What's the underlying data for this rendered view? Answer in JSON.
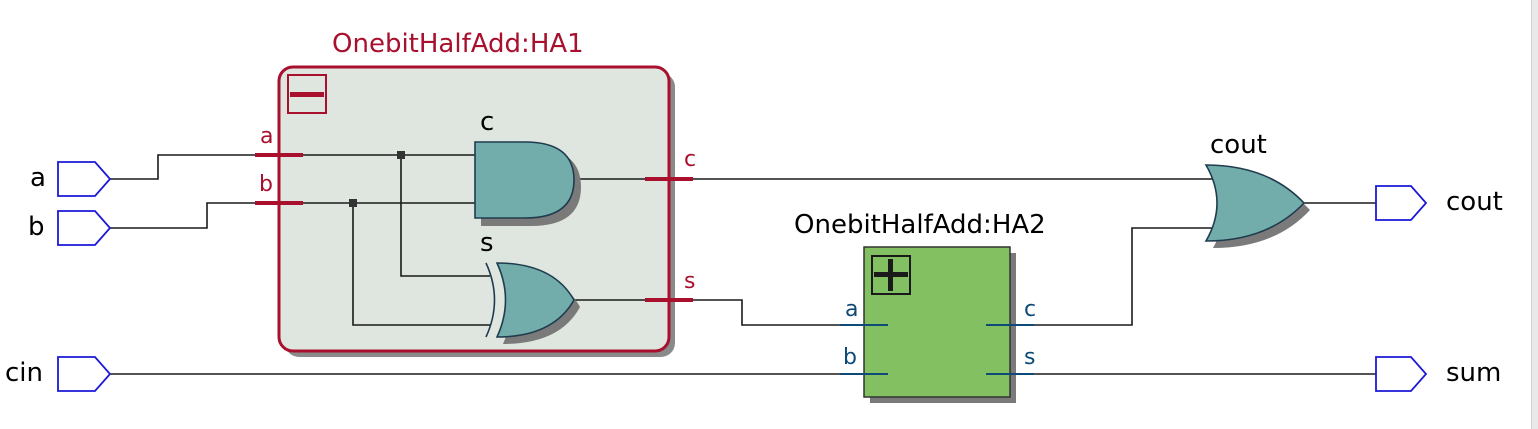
{
  "diagram": {
    "inputs": [
      "a",
      "b",
      "cin"
    ],
    "outputs": [
      "cout",
      "sum"
    ],
    "ha1": {
      "title": "OnebitHalfAdd:HA1",
      "collapse_symbol": "minus",
      "pins_in": [
        "a",
        "b"
      ],
      "pins_out": [
        "c",
        "s"
      ],
      "and_gate_label": "c",
      "xor_gate_label": "s"
    },
    "ha2": {
      "title": "OnebitHalfAdd:HA2",
      "expand_symbol": "plus",
      "pins_in": [
        "a",
        "b"
      ],
      "pins_out": [
        "c",
        "s"
      ]
    },
    "or_gate_label": "cout",
    "colors": {
      "port_outline": "#1b18d8",
      "gate_fill": "#72adac",
      "hier_expanded_border": "#a8102e",
      "hier_expanded_fill": "#dfe6df",
      "hier_collapsed_fill": "#82c062",
      "pin_label_blue": "#0e4a78",
      "pin_label_red": "#a8102e"
    }
  }
}
